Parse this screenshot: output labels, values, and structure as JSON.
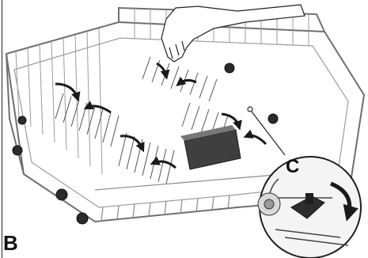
{
  "figure": {
    "label_main": "B",
    "label_detail": "C"
  },
  "colors": {
    "rack_wire": "#6f6f6f",
    "rack_wire_light": "#9b9b9b",
    "arrow": "#1a1a1a",
    "detail_fill": "#f4f4f4",
    "outline": "#1e1e1e"
  },
  "icons": {
    "hand": "hand-icon",
    "arrow": "curved-arrow-icon",
    "detail": "magnifier-detail-circle"
  }
}
